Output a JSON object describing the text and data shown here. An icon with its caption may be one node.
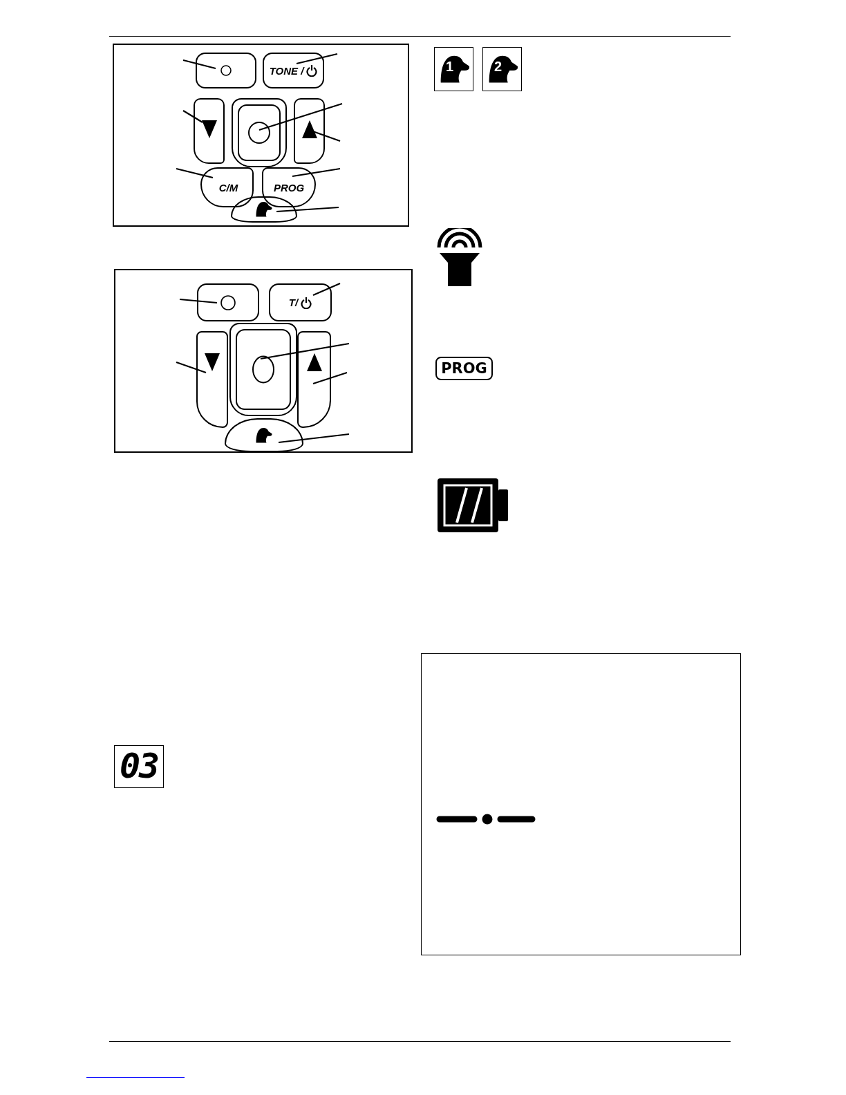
{
  "diagram": {
    "nodes": [
      {
        "text": [],
        "shape": "box"
      },
      {
        "text": [],
        "shape": "box",
        "in": 0
      },
      {
        "text": [
          "TONE /"
        ],
        "in": 0
      },
      {
        "text": [],
        "shape": "box",
        "in": 0
      },
      {
        "text": [],
        "shape": "box",
        "in": 0
      },
      {
        "text": [],
        "shape": "box",
        "in": 0
      },
      {
        "text": [
          "C/M"
        ],
        "in": 0
      },
      {
        "text": [
          "PROG"
        ],
        "in": 0
      },
      {
        "text": [],
        "shape": "box",
        "in": 0
      },
      {
        "text": [],
        "shape": "box"
      },
      {
        "text": [],
        "shape": "box",
        "in": 9
      },
      {
        "text": [
          "T/"
        ],
        "in": 9
      },
      {
        "text": [],
        "shape": "box",
        "in": 9
      },
      {
        "text": [],
        "shape": "box",
        "in": 9
      },
      {
        "text": [],
        "shape": "box",
        "in": 9
      },
      {
        "text": [],
        "shape": "box",
        "in": 9
      },
      {
        "text": [
          "03"
        ]
      }
    ],
    "edges": [
      {
        "from": null,
        "to": 1,
        "arrow": "none"
      },
      {
        "from": null,
        "to": 2,
        "arrow": "none"
      },
      {
        "from": null,
        "to": 3,
        "arrow": "none"
      },
      {
        "from": null,
        "to": 4,
        "arrow": "none"
      },
      {
        "from": null,
        "to": 5,
        "arrow": "none"
      },
      {
        "from": null,
        "to": 6,
        "arrow": "none"
      },
      {
        "from": null,
        "to": 7,
        "arrow": "none"
      },
      {
        "from": null,
        "to": 8,
        "arrow": "none"
      },
      {
        "from": null,
        "to": 10,
        "arrow": "none"
      },
      {
        "from": null,
        "to": 11,
        "arrow": "none"
      },
      {
        "from": null,
        "to": 12,
        "arrow": "none"
      },
      {
        "from": null,
        "to": 13,
        "arrow": "none"
      },
      {
        "from": null,
        "to": 14,
        "arrow": "none"
      },
      {
        "from": null,
        "to": 15,
        "arrow": "none"
      }
    ],
    "labels": [
      "1",
      "2",
      "PROG"
    ]
  }
}
